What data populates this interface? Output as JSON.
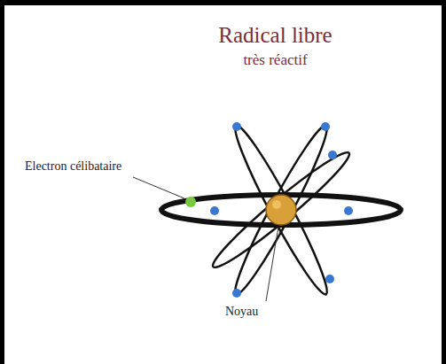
{
  "diagram": {
    "title": "Radical libre",
    "labels": [
      "très réactif",
      "Electron célibataire",
      "Noyau"
    ]
  }
}
